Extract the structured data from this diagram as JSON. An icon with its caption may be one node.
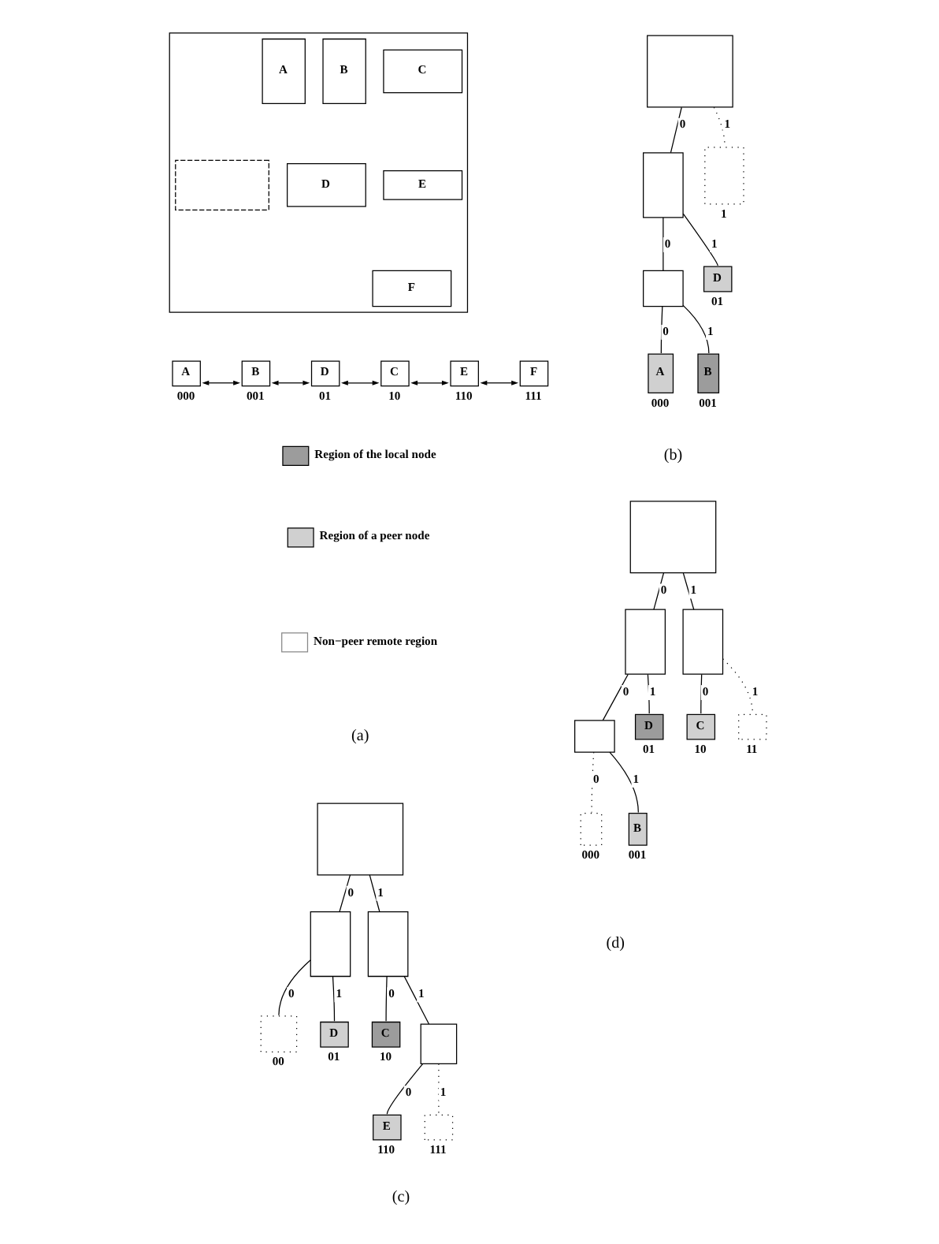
{
  "diagram": {
    "nodes": [
      {
        "text": [],
        "shape": "box"
      },
      {
        "text": [
          "A"
        ],
        "in": 0
      },
      {
        "text": [
          "B"
        ],
        "in": 0
      },
      {
        "text": [
          "C"
        ],
        "in": 0
      },
      {
        "text": [
          "D"
        ],
        "in": 0
      },
      {
        "text": [
          "E"
        ],
        "in": 0
      },
      {
        "text": [
          "F"
        ],
        "in": 0
      },
      {
        "text": [],
        "shape": "box",
        "in": 0
      },
      {
        "text": [
          "A"
        ],
        "beside": [
          "000"
        ]
      },
      {
        "text": [
          "B"
        ],
        "beside": [
          "001"
        ]
      },
      {
        "text": [
          "D"
        ],
        "beside": [
          "01"
        ]
      },
      {
        "text": [
          "C"
        ],
        "beside": [
          "10"
        ]
      },
      {
        "text": [
          "E"
        ],
        "beside": [
          "110"
        ]
      },
      {
        "text": [
          "F"
        ],
        "beside": [
          "111"
        ]
      },
      {
        "text": [],
        "shape": "box"
      },
      {
        "text": [],
        "shape": "box"
      },
      {
        "text": [],
        "shape": "box",
        "beside": [
          "1"
        ]
      },
      {
        "text": [],
        "shape": "box"
      },
      {
        "text": [
          "D"
        ],
        "beside": [
          "01"
        ]
      },
      {
        "text": [
          "A"
        ],
        "beside": [
          "000"
        ]
      },
      {
        "text": [
          "B"
        ],
        "beside": [
          "001"
        ]
      },
      {
        "text": [],
        "shape": "box"
      },
      {
        "text": [],
        "shape": "box"
      },
      {
        "text": [],
        "shape": "box"
      },
      {
        "text": [],
        "shape": "box",
        "beside": [
          "00"
        ]
      },
      {
        "text": [
          "D"
        ],
        "beside": [
          "01"
        ]
      },
      {
        "text": [
          "C"
        ],
        "beside": [
          "10"
        ]
      },
      {
        "text": [],
        "shape": "box"
      },
      {
        "text": [
          "E"
        ],
        "beside": [
          "110"
        ]
      },
      {
        "text": [],
        "shape": "box",
        "beside": [
          "111"
        ]
      },
      {
        "text": [],
        "shape": "box"
      },
      {
        "text": [],
        "shape": "box"
      },
      {
        "text": [],
        "shape": "box"
      },
      {
        "text": [],
        "shape": "box"
      },
      {
        "text": [
          "D"
        ],
        "beside": [
          "01"
        ]
      },
      {
        "text": [
          "C"
        ],
        "beside": [
          "10"
        ]
      },
      {
        "text": [],
        "shape": "box",
        "beside": [
          "11"
        ]
      },
      {
        "text": [],
        "shape": "box",
        "beside": [
          "000"
        ]
      },
      {
        "text": [
          "B"
        ],
        "beside": [
          "001"
        ]
      }
    ],
    "edges": [
      {
        "from": 8,
        "to": 9,
        "arrow": "both"
      },
      {
        "from": 9,
        "to": 10,
        "arrow": "both"
      },
      {
        "from": 10,
        "to": 11,
        "arrow": "both"
      },
      {
        "from": 11,
        "to": 12,
        "arrow": "both"
      },
      {
        "from": 12,
        "to": 13,
        "arrow": "both"
      },
      {
        "from": 14,
        "to": 15,
        "arrow": "none",
        "label": "0"
      },
      {
        "from": 14,
        "to": 16,
        "arrow": "none",
        "label": "1",
        "style": "dashed"
      },
      {
        "from": 15,
        "to": 17,
        "arrow": "none",
        "label": "0"
      },
      {
        "from": 15,
        "to": 18,
        "arrow": "none",
        "label": "1"
      },
      {
        "from": 17,
        "to": 19,
        "arrow": "none",
        "label": "0"
      },
      {
        "from": 17,
        "to": 20,
        "arrow": "none",
        "label": "1"
      },
      {
        "from": 21,
        "to": 22,
        "arrow": "none",
        "label": "0"
      },
      {
        "from": 21,
        "to": 23,
        "arrow": "none",
        "label": "1"
      },
      {
        "from": 22,
        "to": 24,
        "arrow": "none",
        "label": "0"
      },
      {
        "from": 22,
        "to": 25,
        "arrow": "none",
        "label": "1"
      },
      {
        "from": 23,
        "to": 26,
        "arrow": "none",
        "label": "0"
      },
      {
        "from": 23,
        "to": 27,
        "arrow": "none",
        "label": "1"
      },
      {
        "from": 27,
        "to": 28,
        "arrow": "none",
        "label": "0"
      },
      {
        "from": 27,
        "to": 29,
        "arrow": "none",
        "label": "1",
        "style": "dashed"
      },
      {
        "from": 30,
        "to": 31,
        "arrow": "none",
        "label": "0"
      },
      {
        "from": 30,
        "to": 32,
        "arrow": "none",
        "label": "1"
      },
      {
        "from": 31,
        "to": 33,
        "arrow": "none",
        "label": "0"
      },
      {
        "from": 31,
        "to": 34,
        "arrow": "none",
        "label": "1"
      },
      {
        "from": 32,
        "to": 35,
        "arrow": "none",
        "label": "0"
      },
      {
        "from": 32,
        "to": 36,
        "arrow": "none",
        "label": "1",
        "style": "dashed"
      },
      {
        "from": 33,
        "to": 37,
        "arrow": "none",
        "label": "0",
        "style": "dashed"
      },
      {
        "from": 33,
        "to": 38,
        "arrow": "none",
        "label": "1"
      }
    ],
    "labels": [
      "(a)",
      "(b)",
      "(c)",
      "(d)"
    ],
    "legend": [
      {
        "text": "Region of the local node"
      },
      {
        "text": "Region of a peer node"
      },
      {
        "text": "Non−peer remote region"
      }
    ]
  }
}
